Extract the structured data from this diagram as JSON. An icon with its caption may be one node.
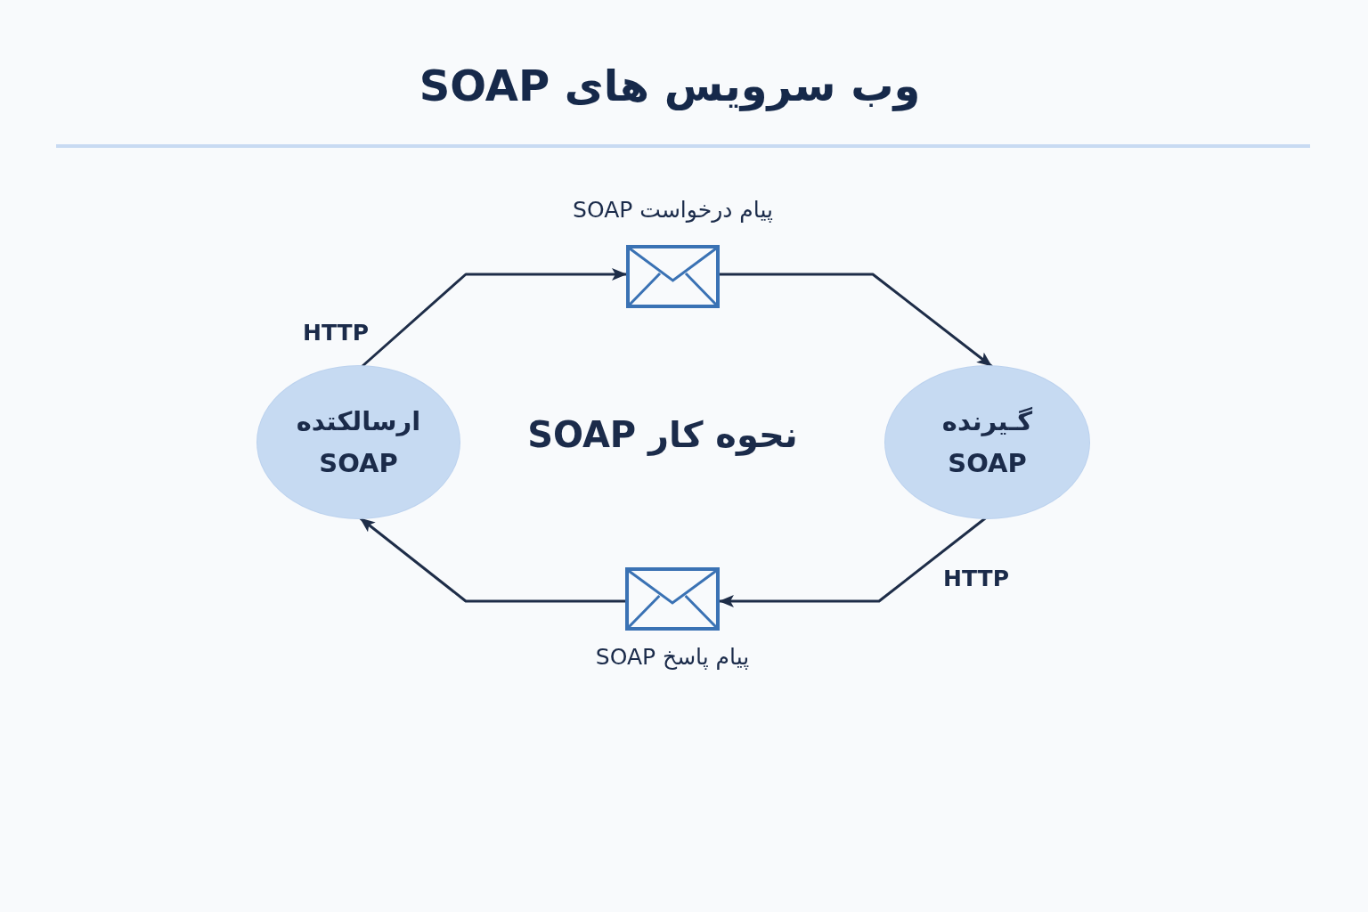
{
  "diagram": {
    "title": "وب سرویس های SOAP",
    "nodes": [
      {
        "text": [],
        "shape": "envelope",
        "beside": [
          "پیام درخواست SOAP"
        ]
      },
      {
        "text": [
          "ارسالکتده SOAP"
        ]
      },
      {
        "text": [
          "گـیرنده SOAP"
        ]
      },
      {
        "text": [],
        "shape": "envelope",
        "beside": [
          "پیام پاسخ SOAP"
        ]
      }
    ],
    "edges": [
      {
        "from": 1,
        "to": 0,
        "arrow": "to",
        "label": "HTTP"
      },
      {
        "from": 0,
        "to": 2,
        "arrow": "to"
      },
      {
        "from": 2,
        "to": 3,
        "arrow": "to",
        "label": "HTTP"
      },
      {
        "from": 3,
        "to": 1,
        "arrow": "to"
      }
    ],
    "labels": [
      "نحوه کار SOAP"
    ]
  }
}
